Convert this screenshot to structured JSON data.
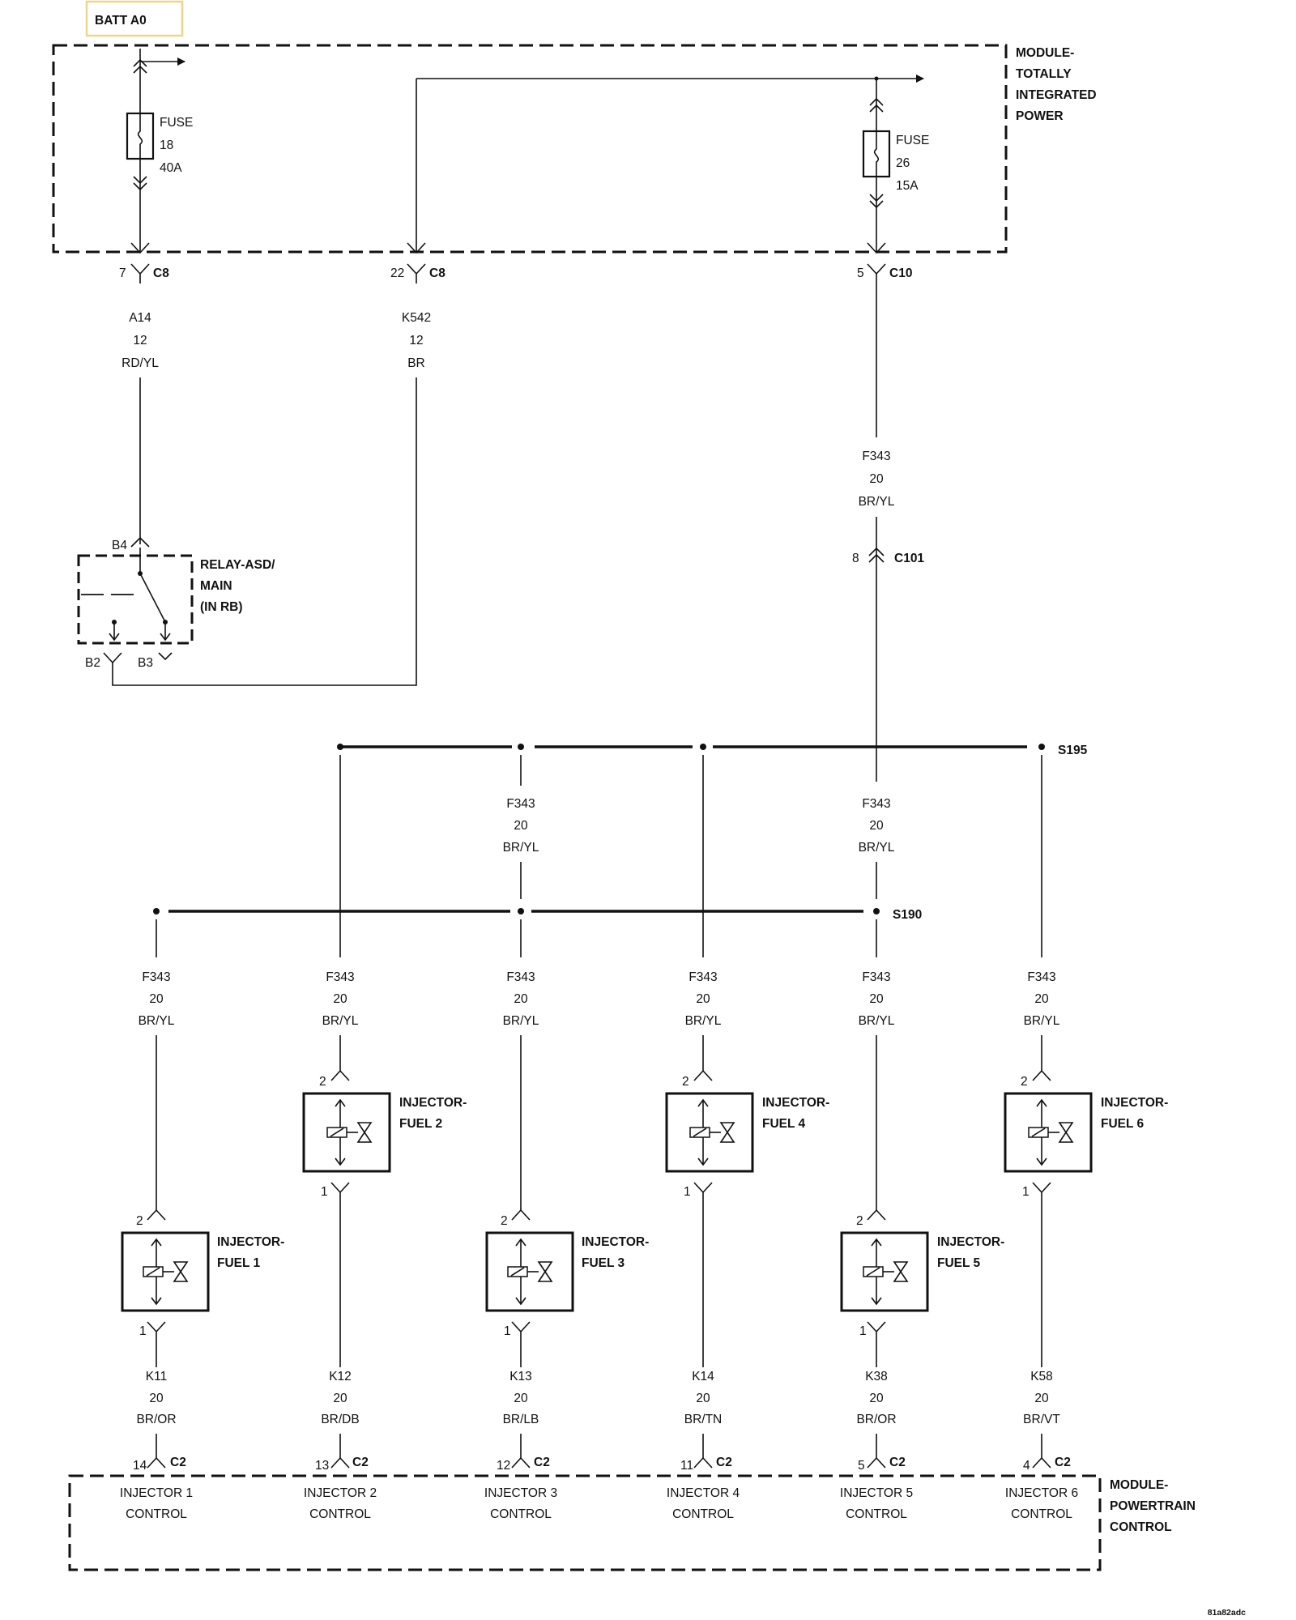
{
  "batt": "BATT A0",
  "tipm": {
    "line1": "MODULE-",
    "line2": "TOTALLY",
    "line3": "INTEGRATED",
    "line4": "POWER"
  },
  "fuse18": {
    "label": "FUSE",
    "num": "18",
    "amp": "40A"
  },
  "fuse26": {
    "label": "FUSE",
    "num": "26",
    "amp": "15A"
  },
  "conn_c8a": {
    "pin": "7",
    "conn": "C8"
  },
  "conn_c8b": {
    "pin": "22",
    "conn": "C8"
  },
  "conn_c10": {
    "pin": "5",
    "conn": "C10"
  },
  "wire_a14": {
    "circuit": "A14",
    "gauge": "12",
    "color": "RD/YL"
  },
  "wire_k542": {
    "circuit": "K542",
    "gauge": "12",
    "color": "BR"
  },
  "wire_f343_top": {
    "circuit": "F343",
    "gauge": "20",
    "color": "BR/YL"
  },
  "c101": {
    "pin": "8",
    "conn": "C101"
  },
  "relay": {
    "line1": "RELAY-ASD/",
    "line2": "MAIN",
    "line3": "(IN RB)",
    "pin_b4": "B4",
    "pin_b2": "B2",
    "pin_b3": "B3"
  },
  "s195": "S195",
  "s190": "S190",
  "mid_wires": [
    {
      "circuit": "F343",
      "gauge": "20",
      "color": "BR/YL"
    },
    {
      "circuit": "F343",
      "gauge": "20",
      "color": "BR/YL"
    }
  ],
  "feed_wires": [
    {
      "circuit": "F343",
      "gauge": "20",
      "color": "BR/YL"
    },
    {
      "circuit": "F343",
      "gauge": "20",
      "color": "BR/YL"
    },
    {
      "circuit": "F343",
      "gauge": "20",
      "color": "BR/YL"
    },
    {
      "circuit": "F343",
      "gauge": "20",
      "color": "BR/YL"
    },
    {
      "circuit": "F343",
      "gauge": "20",
      "color": "BR/YL"
    },
    {
      "circuit": "F343",
      "gauge": "20",
      "color": "BR/YL"
    }
  ],
  "injectors": [
    {
      "line1": "INJECTOR-",
      "line2": "FUEL 1",
      "pin_top": "2",
      "pin_bot": "1"
    },
    {
      "line1": "INJECTOR-",
      "line2": "FUEL 2",
      "pin_top": "2",
      "pin_bot": "1"
    },
    {
      "line1": "INJECTOR-",
      "line2": "FUEL 3",
      "pin_top": "2",
      "pin_bot": "1"
    },
    {
      "line1": "INJECTOR-",
      "line2": "FUEL 4",
      "pin_top": "2",
      "pin_bot": "1"
    },
    {
      "line1": "INJECTOR-",
      "line2": "FUEL 5",
      "pin_top": "2",
      "pin_bot": "1"
    },
    {
      "line1": "INJECTOR-",
      "line2": "FUEL 6",
      "pin_top": "2",
      "pin_bot": "1"
    }
  ],
  "control_wires": [
    {
      "circuit": "K11",
      "gauge": "20",
      "color": "BR/OR",
      "pin": "14",
      "conn": "C2"
    },
    {
      "circuit": "K12",
      "gauge": "20",
      "color": "BR/DB",
      "pin": "13",
      "conn": "C2"
    },
    {
      "circuit": "K13",
      "gauge": "20",
      "color": "BR/LB",
      "pin": "12",
      "conn": "C2"
    },
    {
      "circuit": "K14",
      "gauge": "20",
      "color": "BR/TN",
      "pin": "11",
      "conn": "C2"
    },
    {
      "circuit": "K38",
      "gauge": "20",
      "color": "BR/OR",
      "pin": "5",
      "conn": "C2"
    },
    {
      "circuit": "K58",
      "gauge": "20",
      "color": "BR/VT",
      "pin": "4",
      "conn": "C2"
    }
  ],
  "pcm_controls": [
    {
      "line1": "INJECTOR 1",
      "line2": "CONTROL"
    },
    {
      "line1": "INJECTOR 2",
      "line2": "CONTROL"
    },
    {
      "line1": "INJECTOR 3",
      "line2": "CONTROL"
    },
    {
      "line1": "INJECTOR 4",
      "line2": "CONTROL"
    },
    {
      "line1": "INJECTOR 5",
      "line2": "CONTROL"
    },
    {
      "line1": "INJECTOR 6",
      "line2": "CONTROL"
    }
  ],
  "pcm": {
    "line1": "MODULE-",
    "line2": "POWERTRAIN",
    "line3": "CONTROL"
  },
  "ref_code": "81a82adc"
}
